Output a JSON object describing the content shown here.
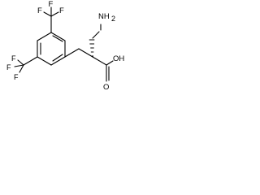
{
  "structure": {
    "labels": {
      "cf3_top": "F",
      "cf3_top_left": "F",
      "cf3_top_right": "F",
      "cf3_left_f1": "F",
      "cf3_left_f2": "F",
      "cf3_left_f3": "F",
      "amine": "NH",
      "amine_sub": "2",
      "carboxyl_o": "O",
      "hydroxyl": "OH"
    }
  }
}
